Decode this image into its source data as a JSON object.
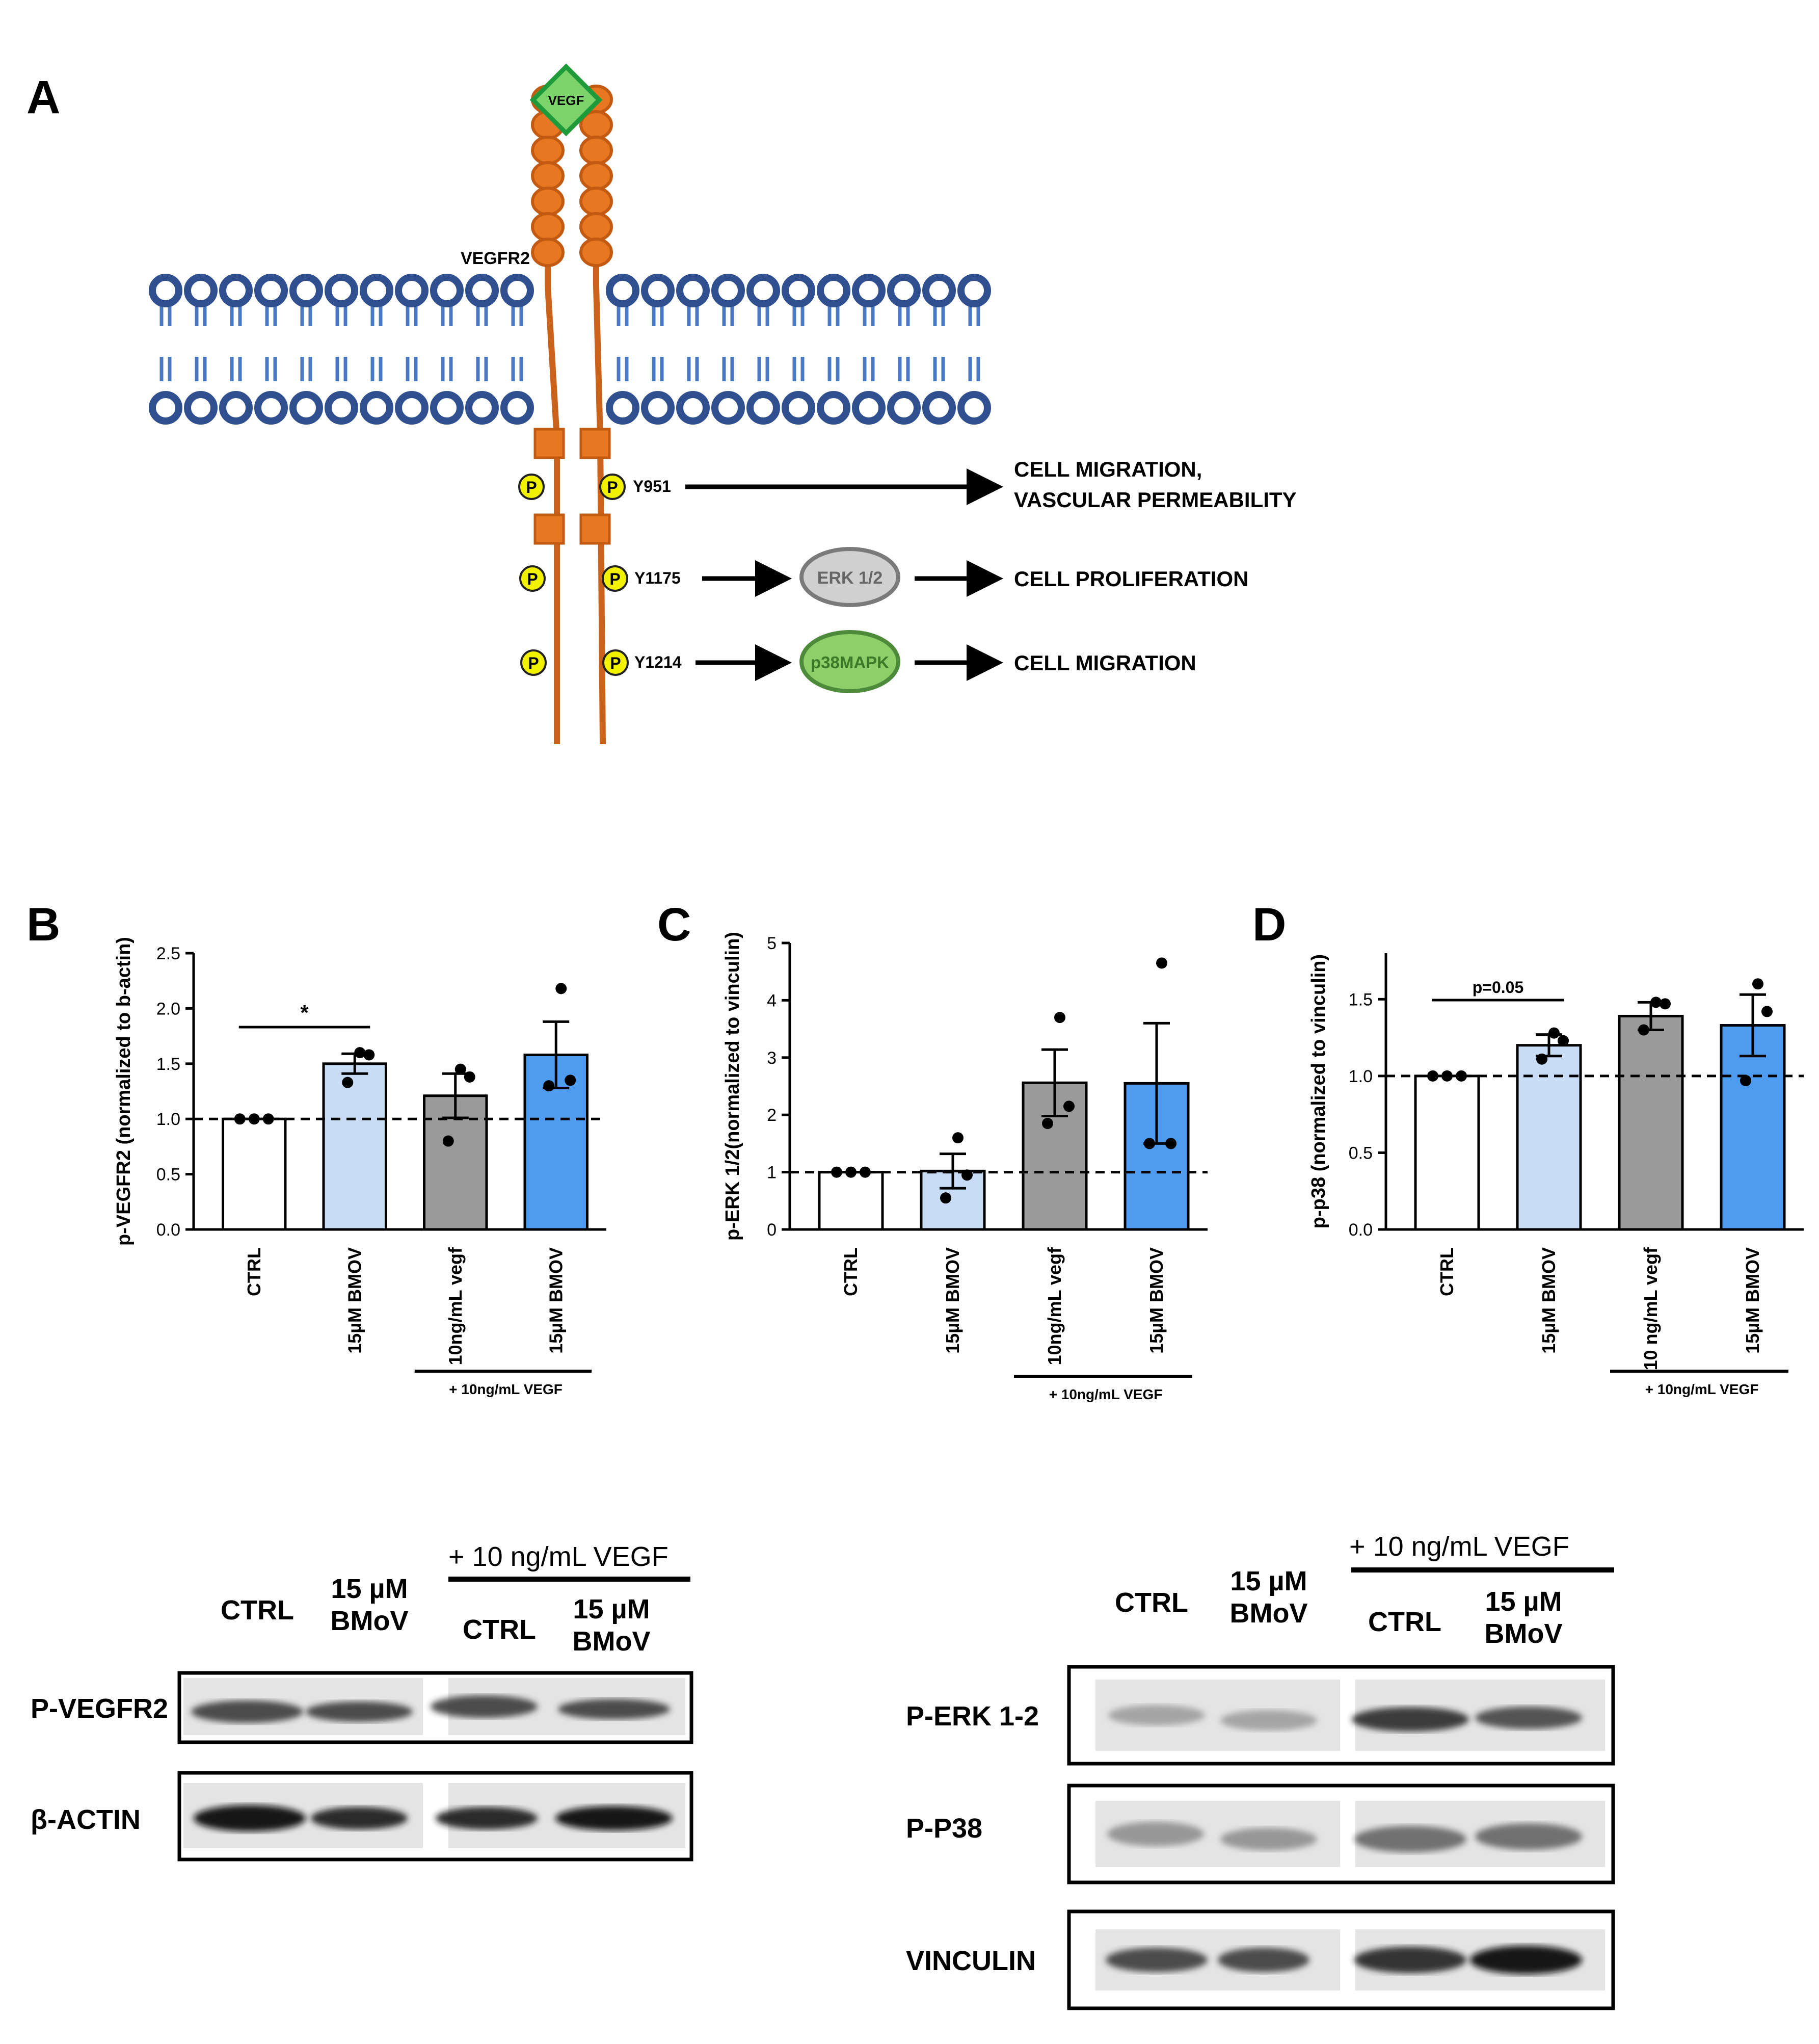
{
  "colors": {
    "receptor": "#e87722",
    "receptor_stroke": "#c25a12",
    "membrane": "#2f4f8f",
    "membrane_tail": "#4a78c2",
    "vegf_fill": "#7cd36a",
    "vegf_stroke": "#1f9a3a",
    "phospho": "#f2f200",
    "erk_fill": "#d0d0d0",
    "p38_fill": "#8fcf6a",
    "bar_ctrl": "#ffffff",
    "bar_bmov": "#c8dcf5",
    "bar_vegf": "#9a9a9a",
    "bar_vegf_bmov": "#4d9cf0"
  },
  "panel_a": {
    "label": "A",
    "vegf_label": "VEGF",
    "receptor_label": "VEGFR2",
    "p_symbol": "P",
    "sites": [
      "Y951",
      "Y1175",
      "Y1214"
    ],
    "erk_label": "ERK 1/2",
    "p38_label": "p38MAPK",
    "outcome_1a": "CELL MIGRATION,",
    "outcome_1b": "VASCULAR PERMEABILITY",
    "outcome_2": "CELL PROLIFERATION",
    "outcome_3": "CELL MIGRATION"
  },
  "chart_data": [
    {
      "panel": "B",
      "type": "bar",
      "ylabel": "p-VEGFR2 (normalized to b-actin)",
      "categories": [
        "CTRL",
        "15µM BMOV",
        "10ng/mL vegf",
        "15µM BMOV"
      ],
      "values": [
        1.0,
        1.5,
        1.21,
        1.58
      ],
      "sem": [
        0.0,
        0.09,
        0.2,
        0.3
      ],
      "points": [
        [
          1.0,
          1.0,
          1.0
        ],
        [
          1.6,
          1.58,
          1.33
        ],
        [
          1.45,
          1.38,
          0.8
        ],
        [
          2.18,
          1.35,
          1.3
        ]
      ],
      "ylim": [
        0,
        2.5
      ],
      "yticks": [
        "0.0",
        "0.5",
        "1.0",
        "1.5",
        "2.0",
        "2.5"
      ],
      "reference_line": 1.0,
      "significance": "*",
      "group_label": "+ 10ng/mL VEGF"
    },
    {
      "panel": "C",
      "type": "bar",
      "ylabel": "p-ERK 1/2(normalized to vinculin)",
      "categories": [
        "CTRL",
        "15µM BMOV",
        "10ng/mL vegf",
        "15µM BMOV"
      ],
      "values": [
        1.0,
        1.02,
        2.56,
        2.55
      ],
      "sem": [
        0.0,
        0.3,
        0.58,
        1.05
      ],
      "points": [
        [
          1.0,
          1.0,
          1.0
        ],
        [
          1.6,
          0.95,
          0.55
        ],
        [
          3.7,
          2.15,
          1.85
        ],
        [
          4.65,
          1.5,
          1.5
        ]
      ],
      "ylim": [
        0,
        5
      ],
      "yticks": [
        "0",
        "1",
        "2",
        "3",
        "4",
        "5"
      ],
      "reference_line": 1.0,
      "group_label": "+ 10ng/mL VEGF"
    },
    {
      "panel": "D",
      "type": "bar",
      "ylabel": "p-p38 (normalized to vinculin)",
      "categories": [
        "CTRL",
        "15µM BMOV",
        "10 ng/mL vegf",
        "15µM BMOV"
      ],
      "values": [
        1.0,
        1.2,
        1.39,
        1.33
      ],
      "sem": [
        0.0,
        0.07,
        0.09,
        0.2
      ],
      "points": [
        [
          1.0,
          1.0,
          1.0
        ],
        [
          1.28,
          1.23,
          1.11
        ],
        [
          1.48,
          1.47,
          1.3
        ],
        [
          1.6,
          1.42,
          0.97
        ]
      ],
      "ylim": [
        0,
        1.8
      ],
      "yticks": [
        "0.0",
        "0.5",
        "1.0",
        "1.5"
      ],
      "reference_line": 1.0,
      "significance": "p=0.05",
      "group_label": "+ 10ng/mL VEGF"
    }
  ],
  "blot_left": {
    "header": "+ 10 ng/mL VEGF",
    "lane_ctrl": "CTRL",
    "lane_bmov_1": "15 µM",
    "lane_bmov_2": "BMoV",
    "rows": [
      "P-VEGFR2",
      "β-ACTIN"
    ]
  },
  "blot_right": {
    "header": "+ 10 ng/mL VEGF",
    "lane_ctrl": "CTRL",
    "lane_bmov_1": "15 µM",
    "lane_bmov_2": "BMoV",
    "rows": [
      "P-ERK 1-2",
      "P-P38",
      "VINCULIN"
    ]
  }
}
